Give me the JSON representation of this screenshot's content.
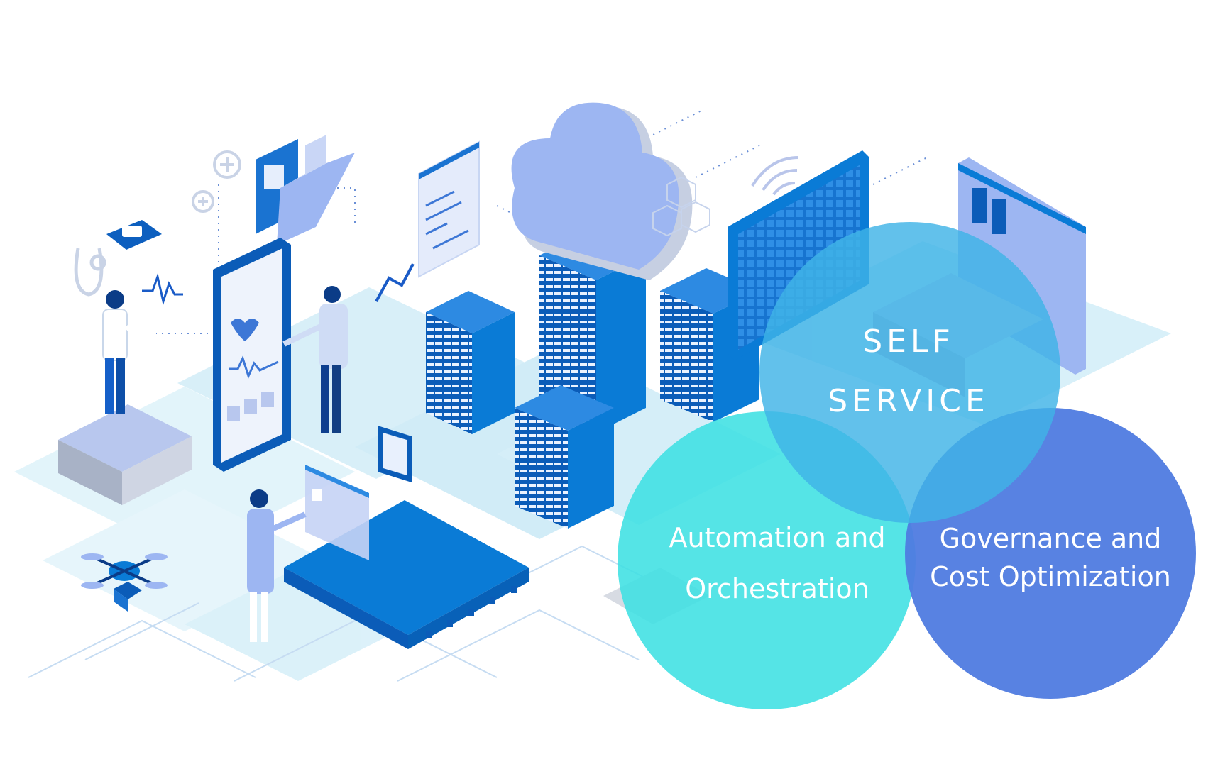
{
  "venn": {
    "self_service": {
      "line1": "SELF",
      "line2": "SERVICE",
      "color": "#3fb3e6"
    },
    "automation": {
      "line1": "Automation and",
      "line2": "Orchestration",
      "color": "#3ee0e2"
    },
    "governance": {
      "line1": "Governance and",
      "line2": "Cost Optimization",
      "color": "#4f7be0"
    }
  },
  "palette": {
    "primary_blue": "#0a7bd6",
    "dark_blue": "#0b5cb8",
    "light_cyan": "#bfe9f5",
    "periwinkle": "#9db6f2",
    "floor": "#dff3fa"
  },
  "icons": [
    "cloud-icon",
    "server-rack-icon",
    "tablet-icon",
    "folder-icon",
    "drone-icon",
    "stethoscope-icon",
    "smartwatch-icon",
    "wifi-icon",
    "microchip-icon",
    "plus-circle-icon",
    "document-icon"
  ]
}
